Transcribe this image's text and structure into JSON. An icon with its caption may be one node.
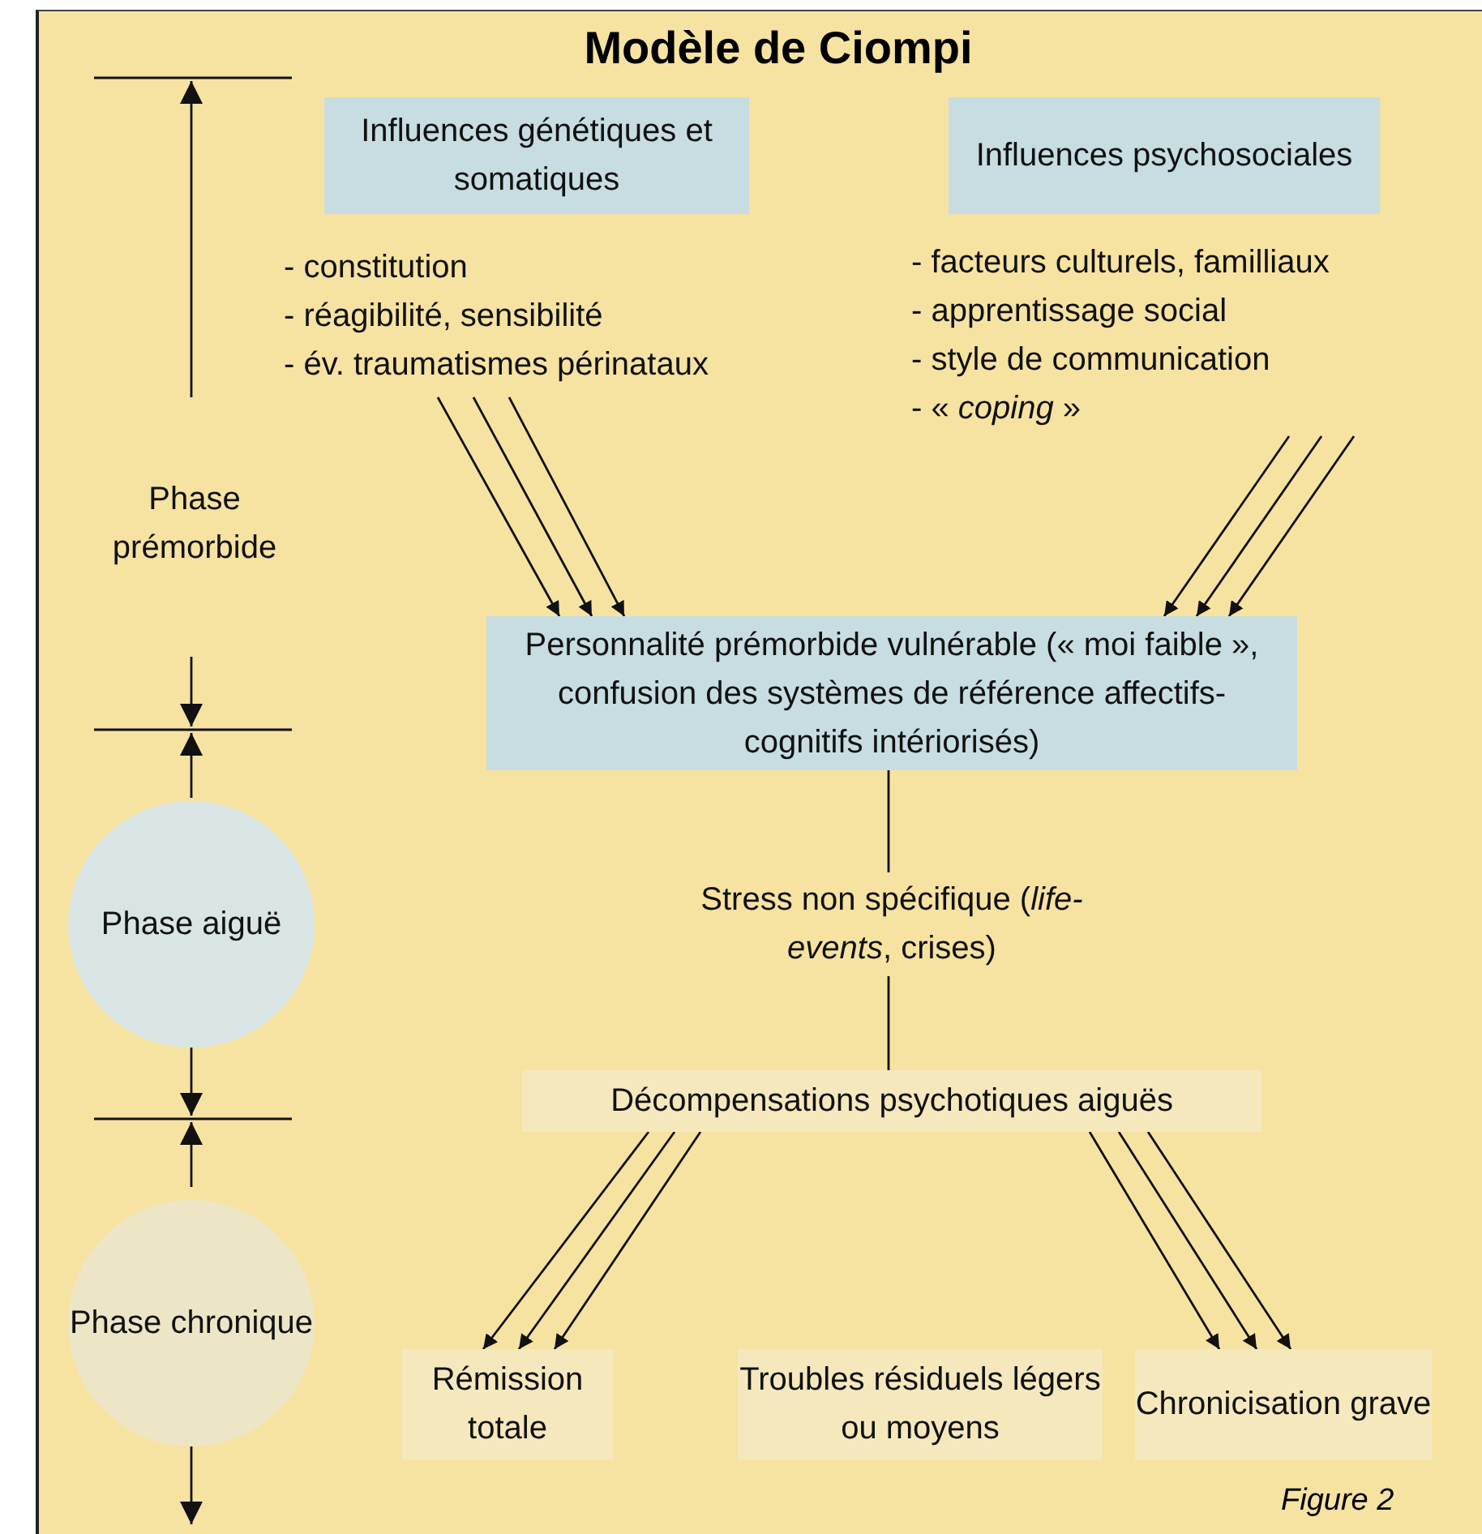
{
  "diagram": {
    "title": "Modèle de Ciompi",
    "nodes": [
      {
        "text": [
          "Influences génétiques et somatiques"
        ]
      },
      {
        "text": [
          "- constitution",
          "- réagibilité, sensibilité",
          "- év. traumatismes périnataux"
        ]
      },
      {
        "text": [
          "Influences psychosociales"
        ]
      },
      {
        "text": [
          "- facteurs culturels, familliaux",
          "- apprentissage social",
          "- style de communication",
          "- « *coping* »"
        ]
      },
      {
        "text": [
          "Personnalité prémorbide vulnérable (« moi faible », confusion des systèmes de référence affectifs-cognitifs intériorisés)"
        ]
      },
      {
        "text": [
          "Stress non spécifique (*life-events*, crises)"
        ]
      },
      {
        "text": [
          "Décompensations psychotiques aiguës"
        ]
      },
      {
        "text": [
          "Rémission totale"
        ]
      },
      {
        "text": [
          "Troubles résiduels légers ou moyens"
        ]
      },
      {
        "text": [
          "Chronicisation grave"
        ]
      },
      {
        "text": [
          "Phase prémorbide"
        ]
      },
      {
        "text": [
          "Phase aiguë"
        ]
      },
      {
        "text": [
          "Phase chronique"
        ]
      }
    ],
    "edges": [
      {
        "from": 1,
        "to": 4,
        "arrow": "to"
      },
      {
        "from": 1,
        "to": 4,
        "arrow": "to"
      },
      {
        "from": 1,
        "to": 4,
        "arrow": "to"
      },
      {
        "from": 3,
        "to": 4,
        "arrow": "to"
      },
      {
        "from": 3,
        "to": 4,
        "arrow": "to"
      },
      {
        "from": 3,
        "to": 4,
        "arrow": "to"
      },
      {
        "from": 4,
        "to": 5,
        "arrow": "none"
      },
      {
        "from": 5,
        "to": 6,
        "arrow": "none"
      },
      {
        "from": 6,
        "to": 7,
        "arrow": "to"
      },
      {
        "from": 6,
        "to": 7,
        "arrow": "to"
      },
      {
        "from": 6,
        "to": 7,
        "arrow": "to"
      },
      {
        "from": 6,
        "to": 9,
        "arrow": "to"
      },
      {
        "from": 6,
        "to": 9,
        "arrow": "to"
      },
      {
        "from": 6,
        "to": 9,
        "arrow": "to"
      }
    ],
    "labels": [
      "Figure 2"
    ]
  }
}
